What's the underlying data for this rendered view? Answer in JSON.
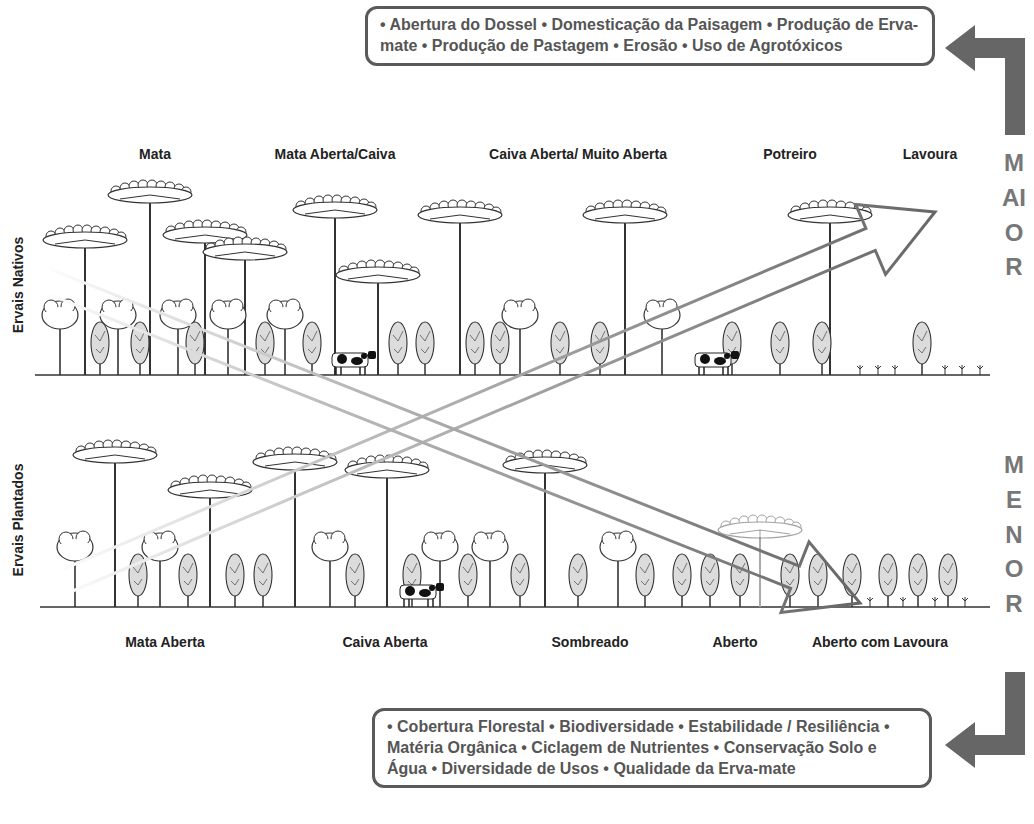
{
  "diagram": {
    "nodes": [
      {
        "text": [
          "• Abertura do Dossel • Domesticação da Paisagem • Produção de Erva-mate • Produção de Pastagem • Erosão • Uso de Agrotóxicos"
        ]
      },
      {
        "text": [
          "• Cobertura Florestal • Biodiversidade • Estabilidade / Resiliência • Matéria Orgânica • Ciclagem de Nutrientes • Conservação Solo e Água • Diversidade de Usos • Qualidade da Erva-mate"
        ]
      }
    ],
    "labels": [
      "Mata",
      "Mata Aberta/Caiva",
      "Caiva Aberta/ Muito Aberta",
      "Potreiro",
      "Lavoura",
      "Ervais Nativos",
      "Ervais Plantados",
      "Mata Aberta",
      "Caiva Aberta",
      "Sombreado",
      "Aberto",
      "Aberto com Lavoura",
      "MAIOR",
      "MENOR"
    ]
  }
}
